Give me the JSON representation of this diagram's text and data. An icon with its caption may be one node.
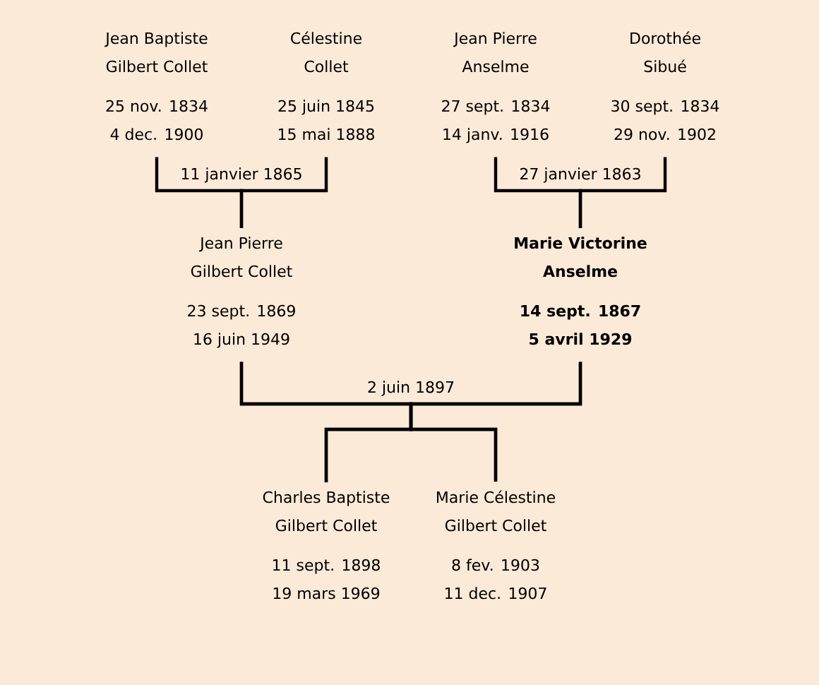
{
  "diagram": {
    "nodes": [
      {
        "text": [
          "Jean Baptiste Gilbert Collet",
          "25 nov. 1834",
          "4 dec. 1900"
        ]
      },
      {
        "text": [
          "Célestine Collet",
          "25 juin 1845",
          "15 mai 1888"
        ]
      },
      {
        "text": [
          "Jean Pierre Anselme",
          "27 sept. 1834",
          "14 janv. 1916"
        ]
      },
      {
        "text": [
          "Dorothée Sibué",
          "30 sept. 1834",
          "29 nov. 1902"
        ]
      },
      {
        "text": [
          "Jean Pierre Gilbert Collet",
          "23 sept. 1869",
          "16 juin 1949"
        ]
      },
      {
        "text": [
          "Marie Victorine Anselme",
          "14 sept. 1867",
          "5 avril 1929"
        ]
      },
      {
        "text": [
          "Charles Baptiste Gilbert Collet",
          "11 sept. 1898",
          "19 mars 1969"
        ]
      },
      {
        "text": [
          "Marie Célestine Gilbert Collet",
          "8 fev. 1903",
          "11 dec. 1907"
        ]
      }
    ],
    "edges": [
      {
        "from": 0,
        "to": 4,
        "arrow": "none",
        "label": "11 janvier 1865"
      },
      {
        "from": 1,
        "to": 4,
        "arrow": "none"
      },
      {
        "from": 2,
        "to": 5,
        "arrow": "none",
        "label": "27 janvier 1863"
      },
      {
        "from": 3,
        "to": 5,
        "arrow": "none"
      },
      {
        "from": 4,
        "to": 6,
        "arrow": "none",
        "label": "2 juin 1897"
      },
      {
        "from": 4,
        "to": 7,
        "arrow": "none"
      },
      {
        "from": 5,
        "to": 6,
        "arrow": "none"
      },
      {
        "from": 5,
        "to": 7,
        "arrow": "none"
      }
    ]
  }
}
